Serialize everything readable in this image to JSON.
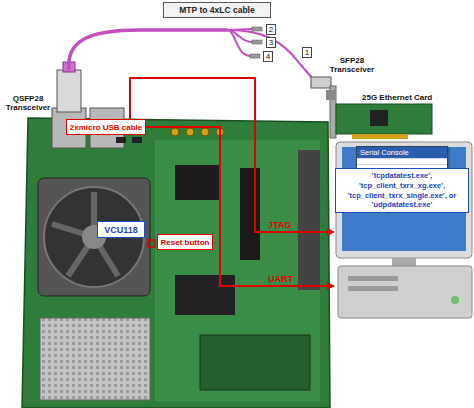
{
  "diagram": {
    "nodes": [
      {
        "text": [
          "MTP to 4xLC cable"
        ]
      },
      {
        "text": [
          "2xmicro USB cable"
        ]
      },
      {
        "text": [
          "'tcpdatatest.exe', 'tcp_client_txrx_xg.exe', 'tcp_client_txrx_single.exe', or 'udpdatatest.exe'"
        ]
      },
      {
        "text": [
          "Serial Console"
        ],
        "in": 2
      },
      {
        "text": [
          "VCU118"
        ]
      },
      {
        "text": [
          "Reset button"
        ]
      }
    ],
    "edges": [
      {
        "from": 1,
        "to": 2,
        "arrow": "to",
        "label": "JTAG"
      },
      {
        "from": 1,
        "to": 2,
        "arrow": "to",
        "label": "UART"
      }
    ],
    "labels": [
      "1",
      "2",
      "3",
      "4",
      "SFP28 Transceiver",
      "25G Ethernet Card",
      "QSFP28 Transceiver"
    ]
  }
}
